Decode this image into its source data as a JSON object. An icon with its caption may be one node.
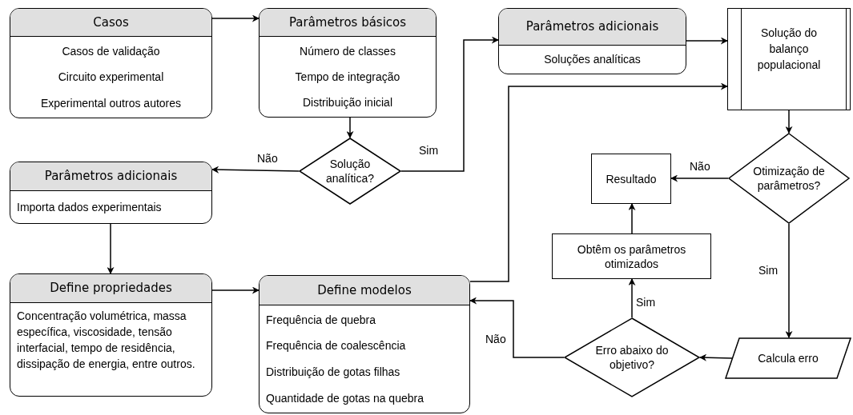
{
  "diagram": {
    "nodes": [
      {
        "text": [
          "Casos",
          "Casos de validação",
          "Circuito experimental",
          "Experimental outros autores"
        ]
      },
      {
        "text": [
          "Parâmetros básicos",
          "Número de classes",
          "Tempo de integração",
          "Distribuição inicial"
        ]
      },
      {
        "text": [
          "Solução analítica?"
        ]
      },
      {
        "text": [
          "Parâmetros adicionais",
          "Importa dados experimentais"
        ]
      },
      {
        "text": [
          "Parâmetros adicionais",
          "Soluções analíticas"
        ]
      },
      {
        "text": [
          "Solução do balanço populacional"
        ]
      },
      {
        "text": [
          "Otimização de parâmetros?"
        ]
      },
      {
        "text": [
          "Resultado"
        ]
      },
      {
        "text": [
          "Obtêm os parâmetros otimizados"
        ]
      },
      {
        "text": [
          "Define propriedades",
          "Concentração volumétrica, massa específica, viscosidade, tensão interfacial, tempo de residência, dissipação de energia, entre outros."
        ]
      },
      {
        "text": [
          "Define modelos",
          "Frequência de quebra",
          "Frequência de coalescência",
          "Distribuição de gotas filhas",
          "Quantidade de gotas na quebra"
        ]
      },
      {
        "text": [
          "Erro abaixo do objetivo?"
        ]
      },
      {
        "text": [
          "Calcula erro"
        ]
      }
    ],
    "edges": [
      {
        "from": 0,
        "to": 1,
        "arrow": "to"
      },
      {
        "from": 1,
        "to": 2,
        "arrow": "to"
      },
      {
        "from": 2,
        "to": 3,
        "arrow": "to",
        "label": "Não"
      },
      {
        "from": 2,
        "to": 4,
        "arrow": "to",
        "label": "Sim"
      },
      {
        "from": 4,
        "to": 5,
        "arrow": "to"
      },
      {
        "from": 10,
        "to": 5,
        "arrow": "to"
      },
      {
        "from": 3,
        "to": 9,
        "arrow": "to"
      },
      {
        "from": 9,
        "to": 10,
        "arrow": "to"
      },
      {
        "from": 5,
        "to": 6,
        "arrow": "to"
      },
      {
        "from": 6,
        "to": 7,
        "arrow": "to",
        "label": "Não"
      },
      {
        "from": 6,
        "to": 12,
        "arrow": "to",
        "label": "Sim"
      },
      {
        "from": 12,
        "to": 11,
        "arrow": "to"
      },
      {
        "from": 11,
        "to": 8,
        "arrow": "to",
        "label": "Sim"
      },
      {
        "from": 8,
        "to": 7,
        "arrow": "to"
      },
      {
        "from": 11,
        "to": 10,
        "arrow": "to",
        "label": "Não"
      }
    ]
  }
}
